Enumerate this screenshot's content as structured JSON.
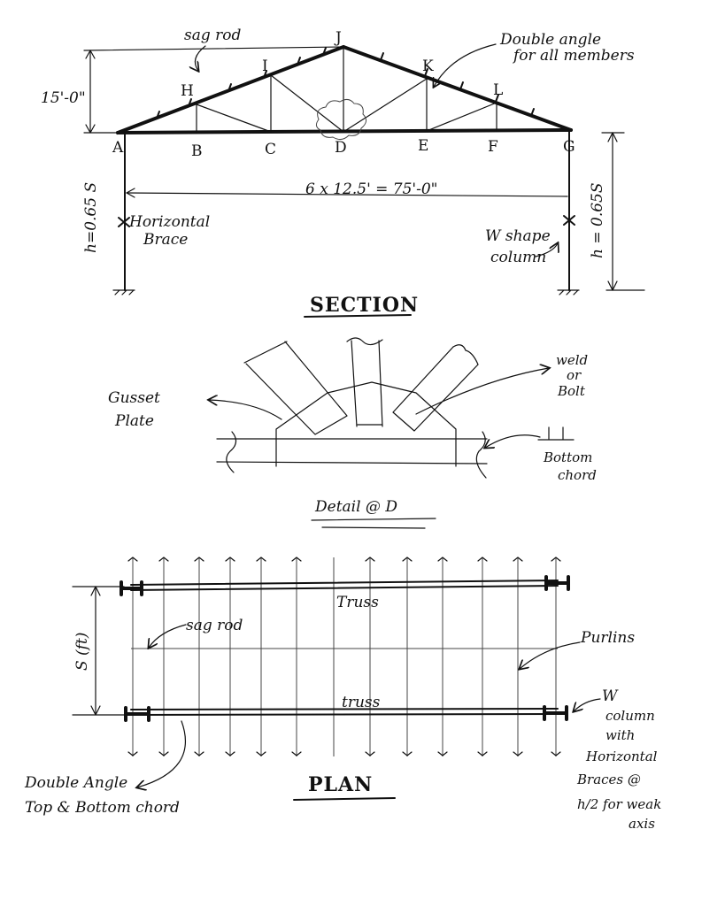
{
  "section": {
    "title": "SECTION",
    "height_label": "15'-0\"",
    "span_label": "6 x 12.5' = 75'-0\"",
    "sag_rod_label": "sag rod",
    "double_angle_label_1": "Double angle",
    "double_angle_label_2": "for all members",
    "nodes_bottom": [
      "A",
      "B",
      "C",
      "D",
      "E",
      "F",
      "G"
    ],
    "nodes_top": [
      "H",
      "I",
      "J",
      "K",
      "L"
    ],
    "left_height_label": "h=0.65 S",
    "right_height_label": "h = 0.65S",
    "horizontal_brace_1": "Horizontal",
    "horizontal_brace_2": "Brace",
    "w_column_1": "W shape",
    "w_column_2": "column"
  },
  "detail": {
    "title": "Detail @ D",
    "gusset_1": "Gusset",
    "gusset_2": "Plate",
    "weld_1": "weld",
    "weld_2": "or",
    "weld_3": "Bolt",
    "bottom_chord_1": "Bottom",
    "bottom_chord_2": "chord"
  },
  "plan": {
    "title": "PLAN",
    "truss_top": "Truss",
    "truss_bottom": "truss",
    "sag_rod_label": "sag rod",
    "purlins_label": "Purlins",
    "s_label": "S (ft)",
    "double_angle_1": "Double Angle",
    "double_angle_2": "Top & Bottom chord",
    "w_column_1": "W",
    "w_column_2": "column",
    "w_column_3": "with",
    "w_column_4": "Horizontal",
    "w_column_5": "Braces @",
    "w_column_6": "h/2 for weak",
    "w_column_7": "axis"
  }
}
